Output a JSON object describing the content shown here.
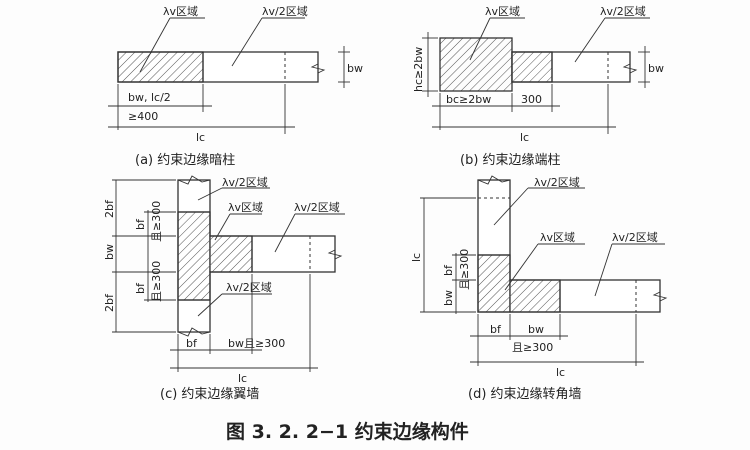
{
  "labels": {
    "lv_zone": "λv区域",
    "lv_half_zone": "λv/2区域",
    "bw": "bw",
    "bf": "bf",
    "bc": "bc",
    "hc": "hc",
    "lc": "lc",
    "two_bf": "2bf",
    "a_dim_top": "bw, lc/2",
    "a_dim_bot": "≥400",
    "b_dim_left": "hc≥2bw",
    "b_dim_bc": "bc≥2bw",
    "b_dim_300": "300",
    "c_dim_300_a": "且≥300",
    "c_dim_300_b": "且≥300",
    "c_dim_bottom": "bw且≥300",
    "d_dim_300": "且≥300",
    "d_dim_bottom": "且≥300"
  },
  "captions": {
    "a": "(a)  约束边缘暗柱",
    "b": "(b)  约束边缘端柱",
    "c": "(c)  约束边缘翼墙",
    "d": "(d)  约束边缘转角墙"
  },
  "figure_title": "图 3. 2. 2−1  约束边缘构件"
}
